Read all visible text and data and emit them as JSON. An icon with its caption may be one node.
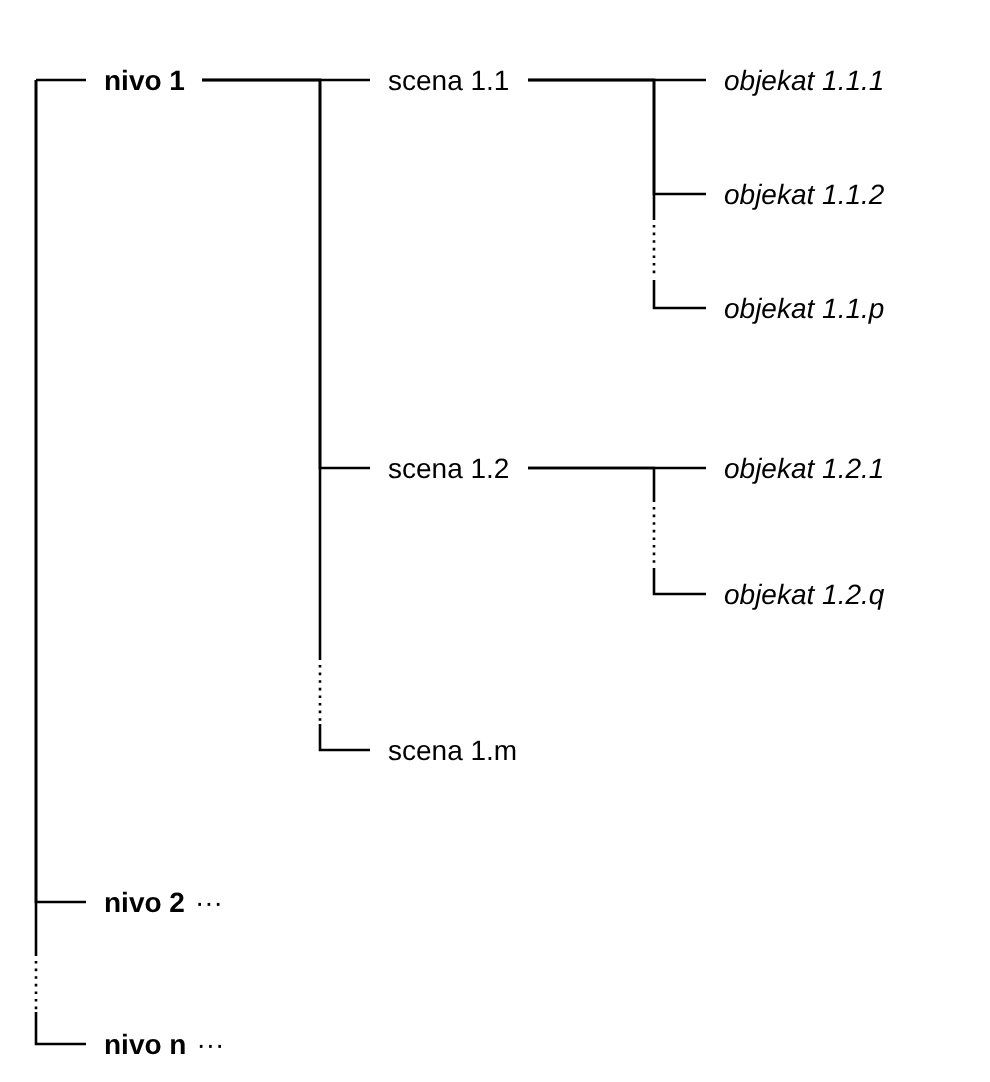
{
  "diagram": {
    "nodes": [
      {
        "text": [
          "nivo 1"
        ]
      },
      {
        "text": [
          "scena 1.1"
        ]
      },
      {
        "text": [
          "objekat 1.1.1"
        ]
      },
      {
        "text": [
          "objekat 1.1.2"
        ]
      },
      {
        "text": [
          "objekat 1.1.p"
        ]
      },
      {
        "text": [
          "scena 1.2"
        ]
      },
      {
        "text": [
          "objekat 1.2.1"
        ]
      },
      {
        "text": [
          "objekat 1.2.q"
        ]
      },
      {
        "text": [
          "scena 1.m"
        ]
      },
      {
        "text": [
          "nivo 2"
        ],
        "beside": [
          "···"
        ]
      },
      {
        "text": [
          "nivo n"
        ],
        "beside": [
          "···"
        ]
      }
    ],
    "edges": [
      {
        "from": null,
        "to": 0,
        "arrow": "none"
      },
      {
        "from": null,
        "to": 9,
        "arrow": "none"
      },
      {
        "from": null,
        "to": 10,
        "arrow": "none",
        "style": "dashed"
      },
      {
        "from": 0,
        "to": 1,
        "arrow": "none"
      },
      {
        "from": 0,
        "to": 5,
        "arrow": "none"
      },
      {
        "from": 0,
        "to": 8,
        "arrow": "none",
        "style": "dashed"
      },
      {
        "from": 1,
        "to": 2,
        "arrow": "none"
      },
      {
        "from": 1,
        "to": 3,
        "arrow": "none"
      },
      {
        "from": 1,
        "to": 4,
        "arrow": "none",
        "style": "dashed"
      },
      {
        "from": 5,
        "to": 6,
        "arrow": "none"
      },
      {
        "from": 5,
        "to": 7,
        "arrow": "none",
        "style": "dashed"
      }
    ]
  }
}
